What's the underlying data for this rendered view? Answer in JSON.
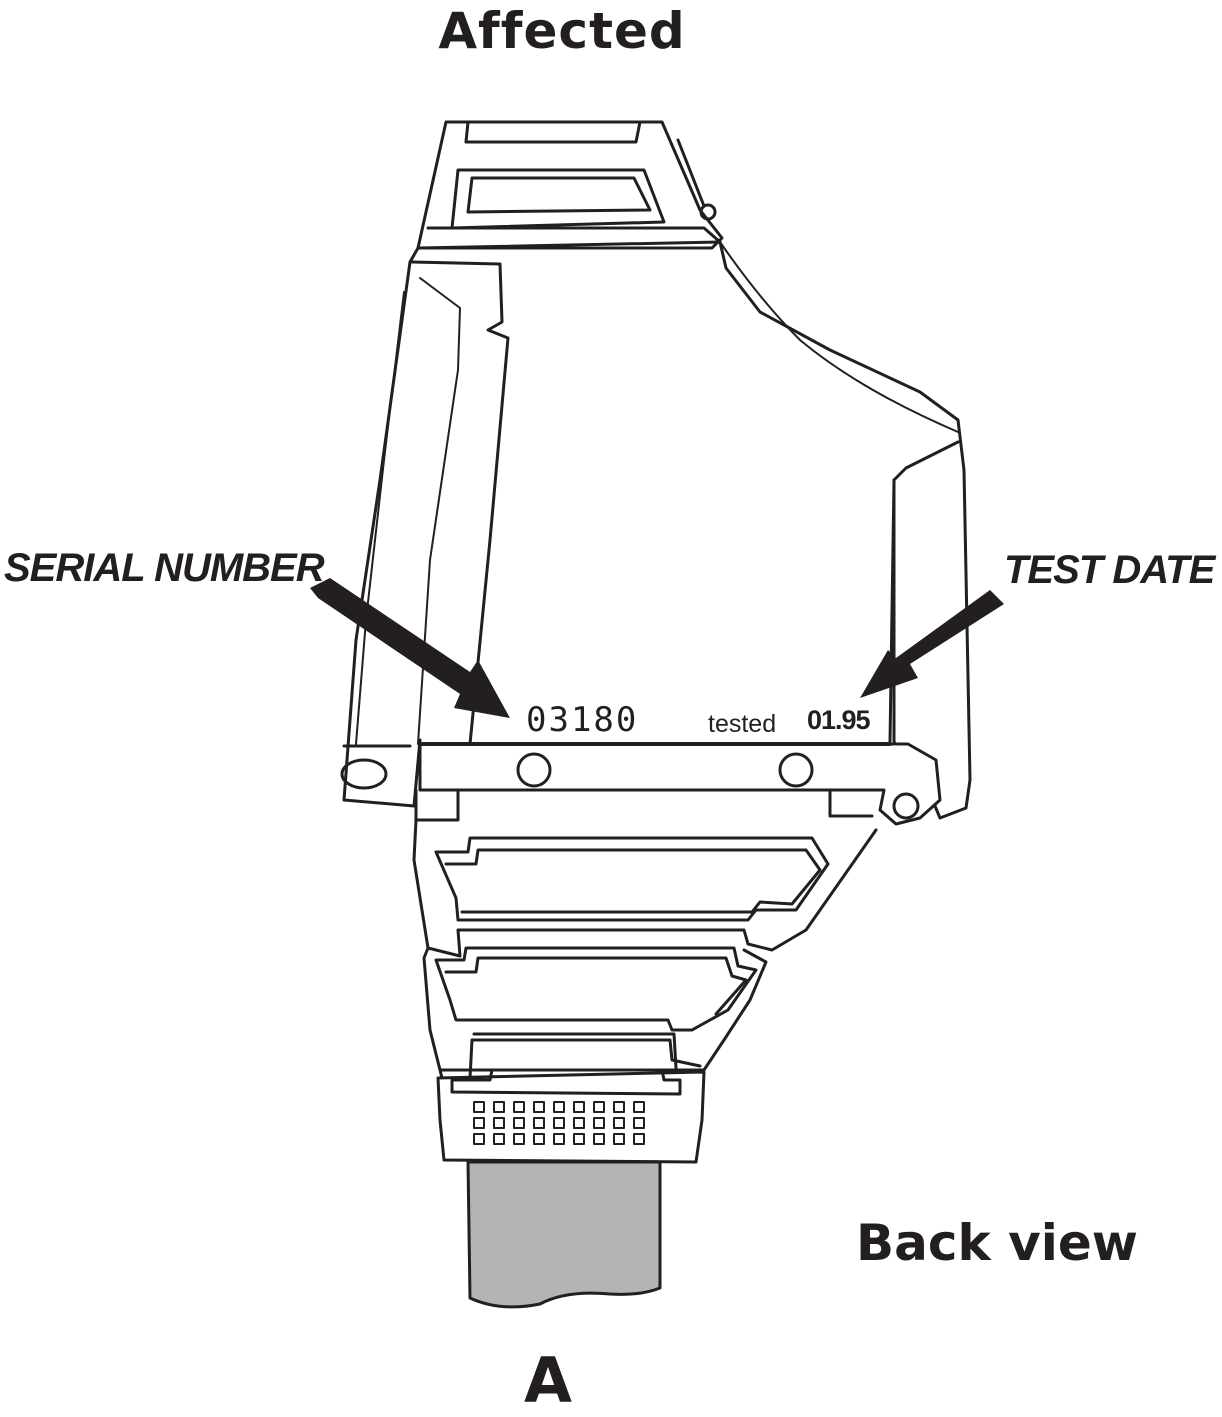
{
  "title": "Affected",
  "callouts": {
    "serial_number": "SERIAL NUMBER",
    "test_date": "TEST DATE"
  },
  "label_on_part": {
    "serial_value": "03180",
    "tested_word": "tested",
    "date_value": "01.95"
  },
  "view_label": "Back view",
  "figure_letter": "A",
  "colors": {
    "line": "#231f20",
    "cable_fill": "#b3b4b6",
    "background": "#ffffff"
  }
}
